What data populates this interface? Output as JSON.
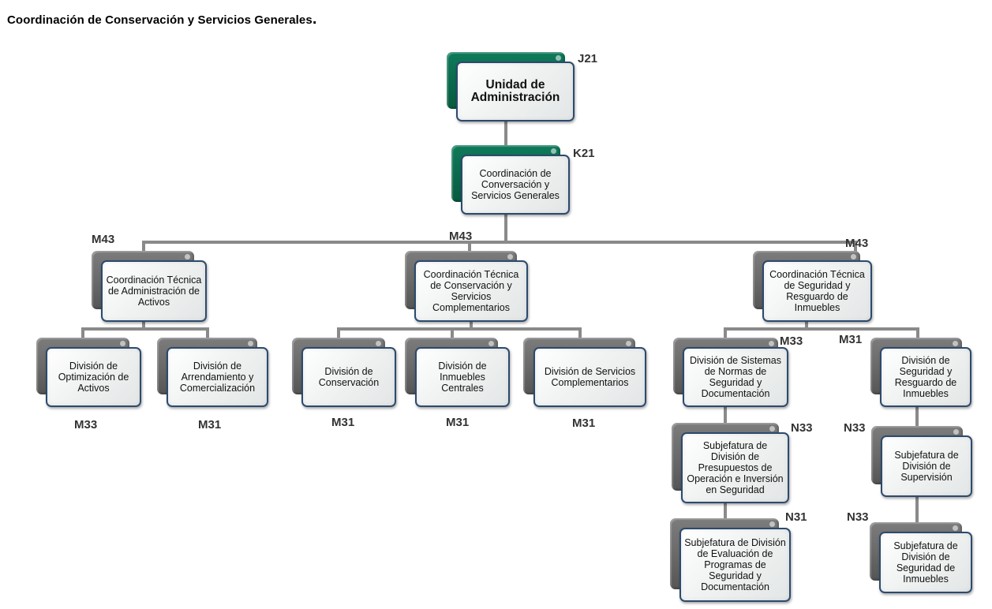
{
  "page": {
    "title": "Coordinación de Conservación y Servicios Generales",
    "title_suffix": "."
  },
  "org_chart": {
    "root": {
      "label": "Unidad de Administración",
      "code": "J21",
      "color": "#0b6a4d"
    },
    "coordination": {
      "label": "Coordinación de Conversación y Servicios Generales",
      "code": "K21",
      "color": "#0b6a4d"
    },
    "technical_coordinations": [
      {
        "label": "Coordinación Técnica de Administración de Activos",
        "code": "M43",
        "divisions": [
          {
            "label": "División de Optimización de Activos",
            "code": "M33"
          },
          {
            "label": "División de Arrendamiento y Comercialización",
            "code": "M31"
          }
        ]
      },
      {
        "label": "Coordinación Técnica de Conservación y Servicios Complementarios",
        "code": "M43",
        "divisions": [
          {
            "label": "División de Conservación",
            "code": "M31"
          },
          {
            "label": "División de Inmuebles Centrales",
            "code": "M31"
          },
          {
            "label": "División de Servicios Complementarios",
            "code": "M31"
          }
        ]
      },
      {
        "label": "Coordinación Técnica de Seguridad y Resguardo de Inmuebles",
        "code": "M43",
        "divisions": [
          {
            "label": "División de Sistemas de Normas de Seguridad y Documentación",
            "code": "M33",
            "subunits": [
              {
                "label": "Subjefatura de División de Presupuestos de Operación e Inversión en Seguridad",
                "code": "N33"
              },
              {
                "label": "Subjefatura de División de Evaluación de Programas de Seguridad y Documentación",
                "code": "N31"
              }
            ]
          },
          {
            "label": "División de Seguridad y Resguardo de Inmuebles",
            "code": "M31",
            "subunits": [
              {
                "label": "Subjefatura de División de Supervisión",
                "code": "N33"
              },
              {
                "label": "Subjefatura de División de Seguridad de Inmuebles",
                "code": "N33"
              }
            ]
          }
        ]
      }
    ],
    "colors": {
      "primary_box": "#0b6a4d",
      "secondary_box": "#6a6a6a",
      "box_border": "#2c4a6e",
      "connector": "#8a8a8a"
    }
  }
}
